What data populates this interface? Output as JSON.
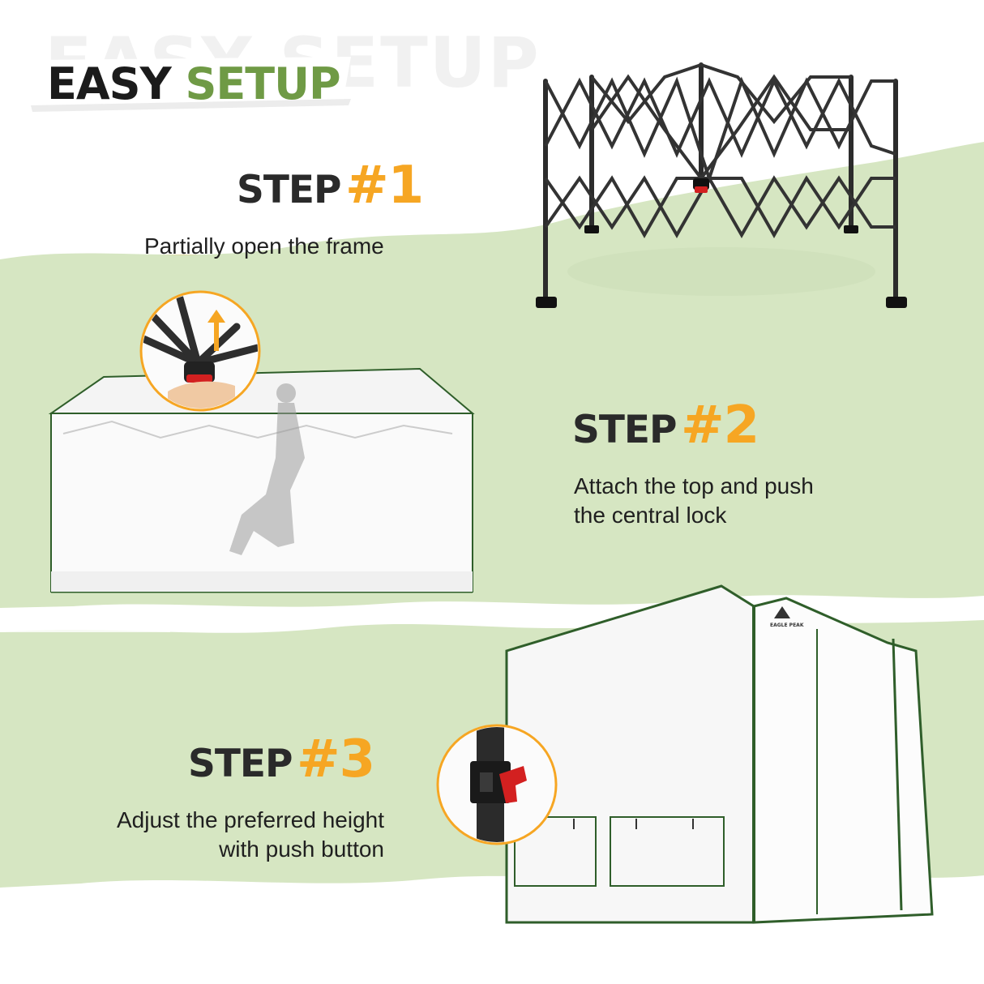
{
  "header": {
    "ghost_text": "EASY SETUP",
    "title_part1": "EASY",
    "title_part2": "SETUP"
  },
  "steps": [
    {
      "label": "STEP",
      "number": "#1",
      "desc_highlight": "Partially",
      "desc_rest": " open the frame",
      "desc_line2": ""
    },
    {
      "label": "STEP",
      "number": "#2",
      "desc_highlight": "Attach the top",
      "desc_rest": " and push",
      "desc_line2": "the central lock"
    },
    {
      "label": "STEP",
      "number": "#3",
      "desc_highlight": "Adjust",
      "desc_rest": " the preferred height",
      "desc_line2": "with push button"
    }
  ],
  "brand_tag": "EAGLE PEAK",
  "colors": {
    "accent_orange": "#f6a623",
    "brand_green": "#6f9a45",
    "band_green": "#d6e6c2",
    "text_dark": "#2a2a2a"
  },
  "icons": [
    "arrow-up-icon",
    "central-lock-icon",
    "push-button-lock-icon"
  ]
}
